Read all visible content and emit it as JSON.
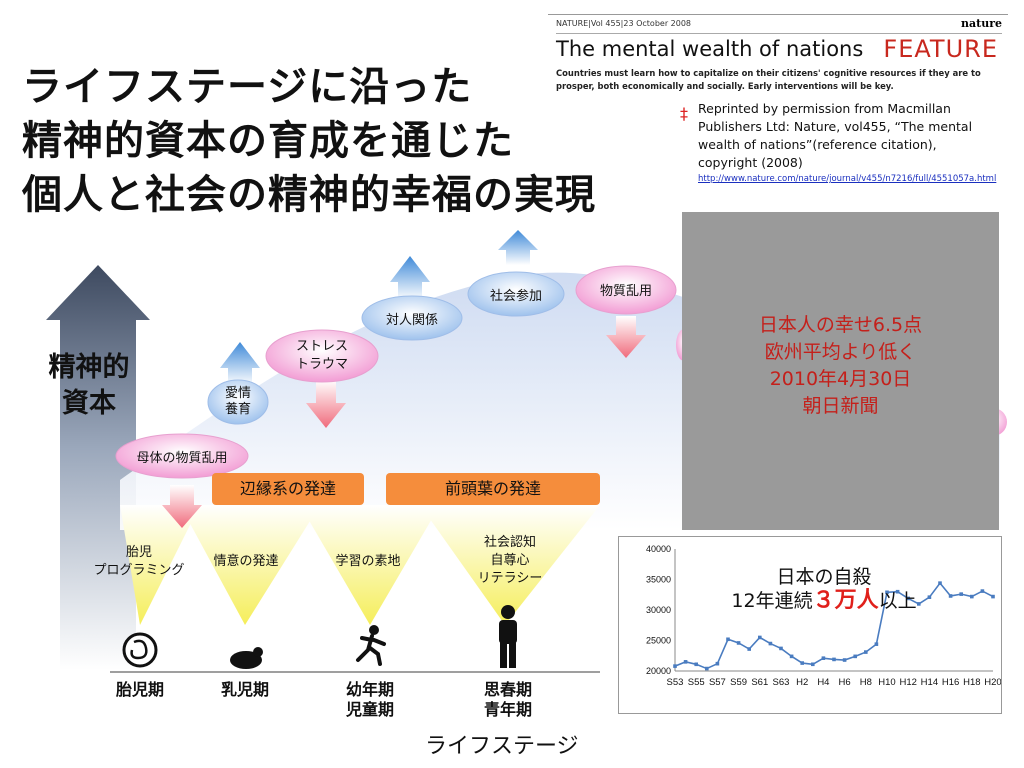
{
  "title": {
    "lines": [
      "ライフステージに沿った",
      "精神的資本の育成を通じた",
      "個人と社会の精神的幸福の実現"
    ]
  },
  "nature": {
    "meta": "NATURE|Vol 455|23 October 2008",
    "brand": "nature",
    "headline": "The mental wealth of nations",
    "section": "FEATURE",
    "deck": "Countries must learn how to capitalize on their citizens' cognitive resources if they are to prosper, both economically and socially. Early interventions will be key."
  },
  "reprint": {
    "mark": "‡",
    "text": "Reprinted by permission from Macmillan Publishers Ltd: Nature, vol455, “The mental wealth of nations”(reference citation), copyright (2008)",
    "url": "http://www.nature.com/nature/journal/v455/n7216/full/4551057a.html"
  },
  "news_box": {
    "lines": [
      "日本人の幸せ6.5点",
      "欧州平均より低く",
      "2010年4月30日",
      "朝日新聞"
    ]
  },
  "diagram": {
    "vertical_label": [
      "精神的",
      "資本"
    ],
    "ellipses": [
      {
        "id": "maternal",
        "label": "母体の物質乱用",
        "kind": "pink"
      },
      {
        "id": "affection",
        "label": "愛情\n養育",
        "kind": "blue"
      },
      {
        "id": "stress",
        "label": "ストレス\nトラウマ",
        "kind": "pink"
      },
      {
        "id": "relations",
        "label": "対人関係",
        "kind": "blue"
      },
      {
        "id": "social",
        "label": "社会参加",
        "kind": "blue"
      },
      {
        "id": "substance",
        "label": "物質乱用",
        "kind": "pink"
      }
    ],
    "bars": [
      "辺縁系の発達",
      "前頭葉の発達"
    ],
    "triangle_labels": [
      "胎児\nプログラミング",
      "情意の発達",
      "学習の素地",
      "社会認知\n自尊心\nリテラシー"
    ],
    "stages": [
      "胎児期",
      "乳児期",
      "幼年期\n児童期",
      "思春期\n青年期"
    ],
    "axis_label": "ライフステージ",
    "colors": {
      "arrow_up": "#4a8fd6",
      "arrow_down": "#f07080",
      "bar": "#f58d3c",
      "pink_ell": "#f3b0d8",
      "blue_ell": "#bcd6f2"
    }
  },
  "chart_caption": {
    "line1": "日本の自殺",
    "line2_pre": "12年連続",
    "line2_red": "３万人",
    "line2_post": "以上"
  },
  "chart_data": {
    "type": "line",
    "categories": [
      "S53",
      "S54",
      "S55",
      "S56",
      "S57",
      "S58",
      "S59",
      "S60",
      "S61",
      "S62",
      "S63",
      "H1",
      "H2",
      "H3",
      "H4",
      "H5",
      "H6",
      "H7",
      "H8",
      "H9",
      "H10",
      "H11",
      "H12",
      "H13",
      "H14",
      "H15",
      "H16",
      "H17",
      "H18",
      "H19",
      "H20"
    ],
    "tick_labels": [
      "S53",
      "S55",
      "S57",
      "S59",
      "S61",
      "S63",
      "H2",
      "H4",
      "H6",
      "H8",
      "H10",
      "H12",
      "H14",
      "H16",
      "H18",
      "H20"
    ],
    "values": [
      20800,
      21500,
      21100,
      20400,
      21200,
      25200,
      24600,
      23600,
      25500,
      24500,
      23700,
      22400,
      21300,
      21100,
      22100,
      21900,
      21800,
      22400,
      23100,
      24400,
      32900,
      33000,
      31900,
      31000,
      32100,
      34400,
      32300,
      32600,
      32200,
      33100,
      32200
    ],
    "ylim": [
      20000,
      40000
    ],
    "yticks": [
      20000,
      25000,
      30000,
      35000,
      40000
    ],
    "grid": false,
    "color": "#4a7cc0"
  }
}
